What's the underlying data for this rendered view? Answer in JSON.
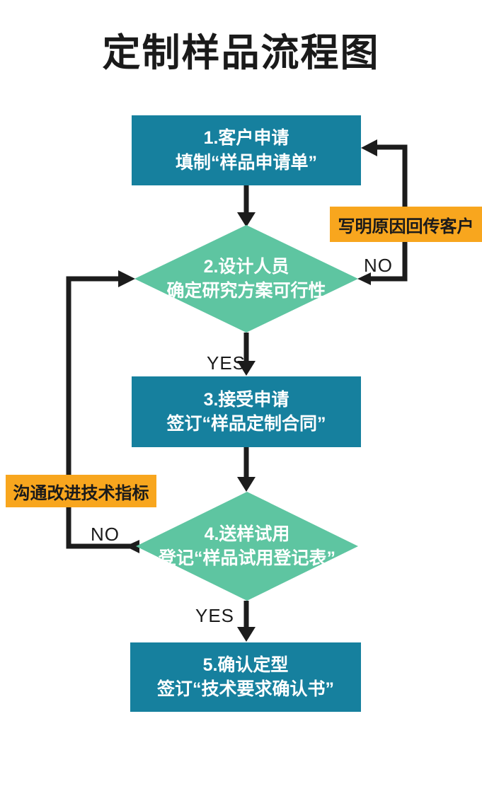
{
  "title": "定制样品流程图",
  "colors": {
    "process": "#16809E",
    "decision": "#5EC5A1",
    "callout": "#F8A61E",
    "line": "#1C1C1C",
    "node_text": "#FFFFFF",
    "label_text": "#1A1A1A",
    "background": "#FFFFFF"
  },
  "nodes": {
    "step1": {
      "line1": "1.客户申请",
      "line2": "填制“样品申请单”"
    },
    "step2": {
      "line1": "2.设计人员",
      "line2": "确定研究方案可行性"
    },
    "step3": {
      "line1": "3.接受申请",
      "line2": "签订“样品定制合同”"
    },
    "step4": {
      "line1": "4.送样试用",
      "line2": "登记“样品试用登记表”"
    },
    "step5": {
      "line1": "5.确认定型",
      "line2": "签订“技术要求确认书”"
    }
  },
  "callouts": {
    "right": "写明原因回传客户",
    "left": "沟通改进技术指标"
  },
  "edge_labels": {
    "no_right": "NO",
    "yes_mid": "YES",
    "no_left": "NO",
    "yes_bottom": "YES"
  }
}
